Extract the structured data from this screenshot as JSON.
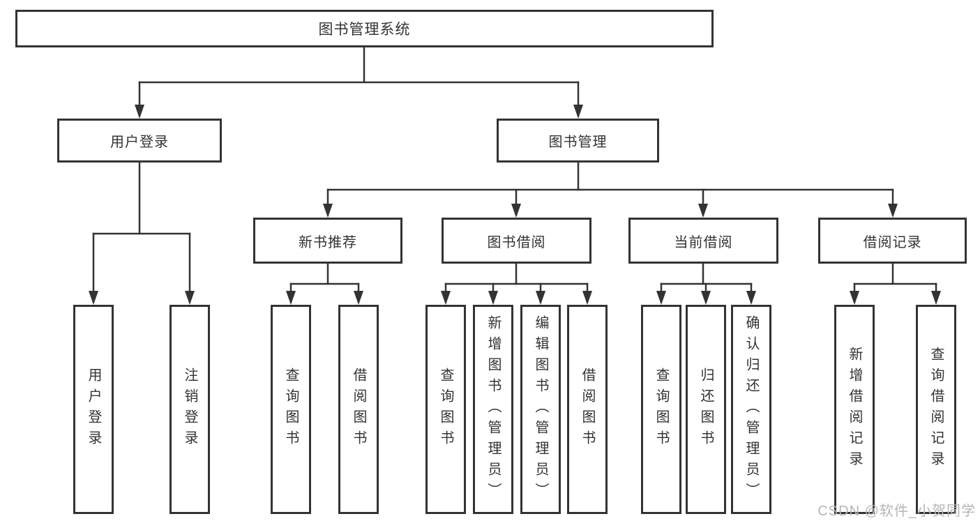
{
  "diagram": {
    "title": "图书管理系统",
    "branches": [
      {
        "label": "用户登录",
        "children": [
          "用户登录",
          "注销登录"
        ]
      },
      {
        "label": "图书管理",
        "children": [
          {
            "label": "新书推荐",
            "children": [
              "查询图书",
              "借阅图书"
            ]
          },
          {
            "label": "图书借阅",
            "children": [
              "查询图书",
              "新增图书（管理员）",
              "编辑图书（管理员）",
              "借阅图书"
            ]
          },
          {
            "label": "当前借阅",
            "children": [
              "查询图书",
              "归还图书",
              "确认归还（管理员）"
            ]
          },
          {
            "label": "借阅记录",
            "children": [
              "新增借阅记录",
              "查询借阅记录"
            ]
          }
        ]
      }
    ]
  },
  "watermark": {
    "text": "CSDN @软件_小贺同学"
  },
  "colors": {
    "line": "#333333",
    "border": "#333333",
    "text": "#333333",
    "watermark": "#b5b5b5",
    "background": "#ffffff"
  }
}
